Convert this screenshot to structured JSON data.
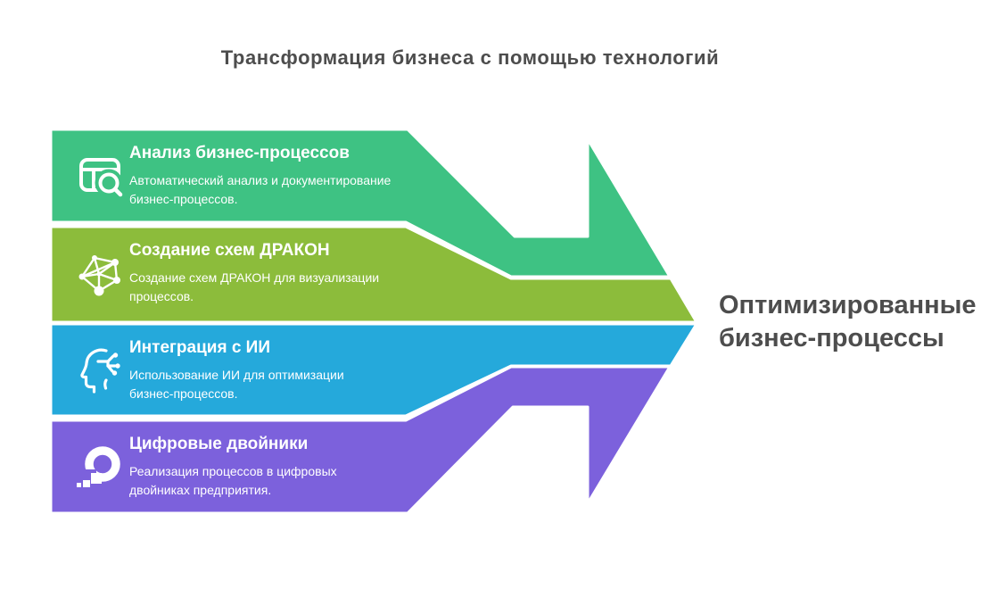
{
  "title": "Трансформация бизнеса с помощью технологий",
  "result_label": "Оптимизированные\nбизнес-процессы",
  "steps": [
    {
      "title": "Анализ бизнес-процессов",
      "description": "Автоматический анализ и документирование\nбизнес-процессов.",
      "color": "#3EC283",
      "icon": "table-search-icon"
    },
    {
      "title": "Создание схем ДРАКОН",
      "description": "Создание схем ДРАКОН для визуализации\nпроцессов.",
      "color": "#8CBC3B",
      "icon": "network-graph-icon"
    },
    {
      "title": "Интеграция с ИИ",
      "description": "Использование ИИ для оптимизации\nбизнес-процессов.",
      "color": "#25A9DB",
      "icon": "ai-head-icon"
    },
    {
      "title": "Цифровые двойники",
      "description": "Реализация процессов в цифровых\nдвойниках предприятия.",
      "color": "#7C61DC",
      "icon": "digital-twin-icon"
    }
  ],
  "colors": {
    "title_text": "#4D4D4D",
    "result_text": "#4D4D4D",
    "band_text": "#FFFFFF",
    "outline": "#FFFFFF",
    "background": "#FFFFFF"
  }
}
